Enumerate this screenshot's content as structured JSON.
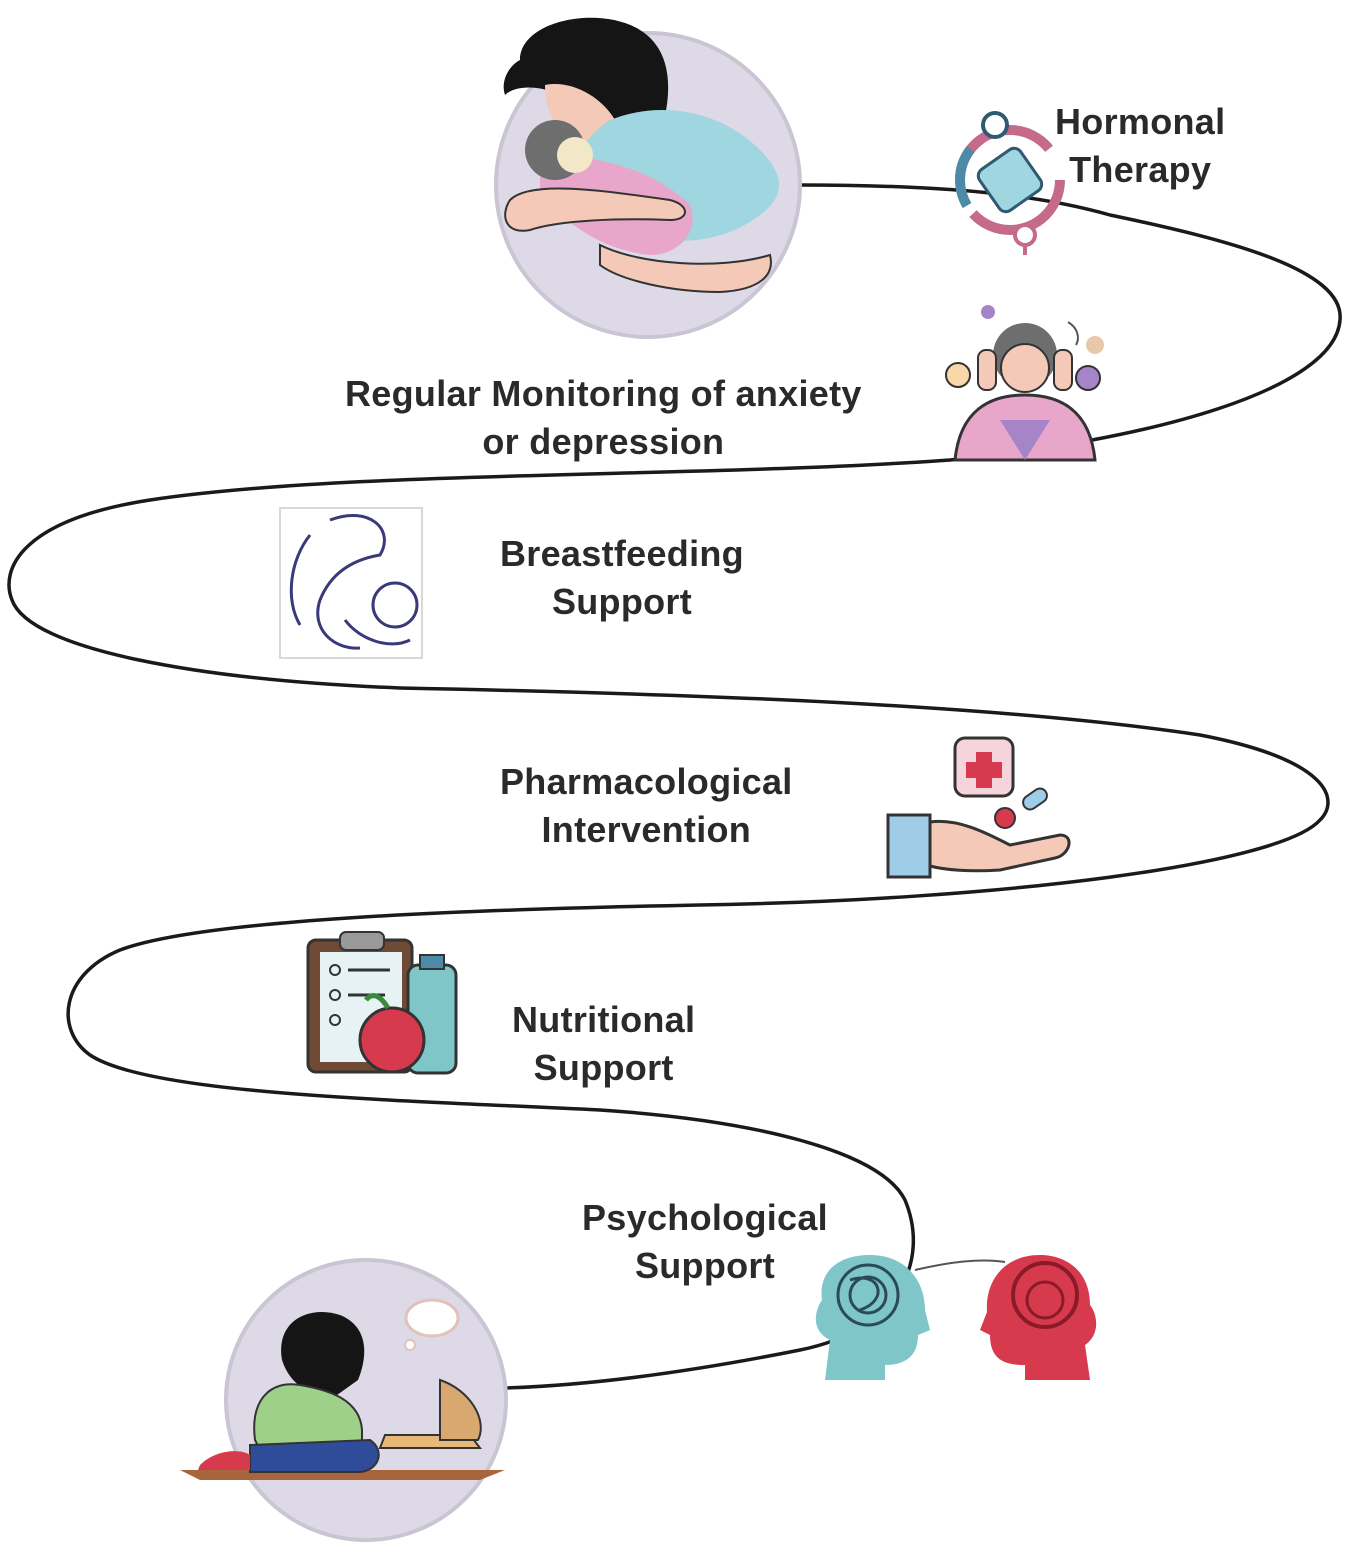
{
  "steps": [
    {
      "id": "hormonal",
      "lines": [
        "Hormonal",
        "Therapy"
      ],
      "icon": "hormone-cycle-icon"
    },
    {
      "id": "monitoring",
      "lines": [
        "Regular Monitoring of anxiety",
        "or depression"
      ],
      "icon": "anxious-woman-icon"
    },
    {
      "id": "breastfeeding",
      "lines": [
        "Breastfeeding",
        "Support"
      ],
      "icon": "breastfeeding-icon"
    },
    {
      "id": "pharma",
      "lines": [
        "Pharmacological",
        "Intervention"
      ],
      "icon": "medicine-hand-icon"
    },
    {
      "id": "nutrition",
      "lines": [
        "Nutritional",
        "Support"
      ],
      "icon": "nutrition-clipboard-icon"
    },
    {
      "id": "psych",
      "lines": [
        "Psychological",
        "Support"
      ],
      "icon": "two-heads-icon"
    }
  ],
  "start_illustration": "mother-holding-baby-illustration",
  "end_illustration": "sad-woman-sitting-illustration",
  "colors": {
    "path": "#1a1a1a",
    "text": "#2a2a2a",
    "circle_fill": "#ddd9e6",
    "skin": "#f5c9b8",
    "teal": "#7fc6c9",
    "pink": "#e8a6cb",
    "red": "#d63a4c",
    "blue": "#9fcde8"
  }
}
